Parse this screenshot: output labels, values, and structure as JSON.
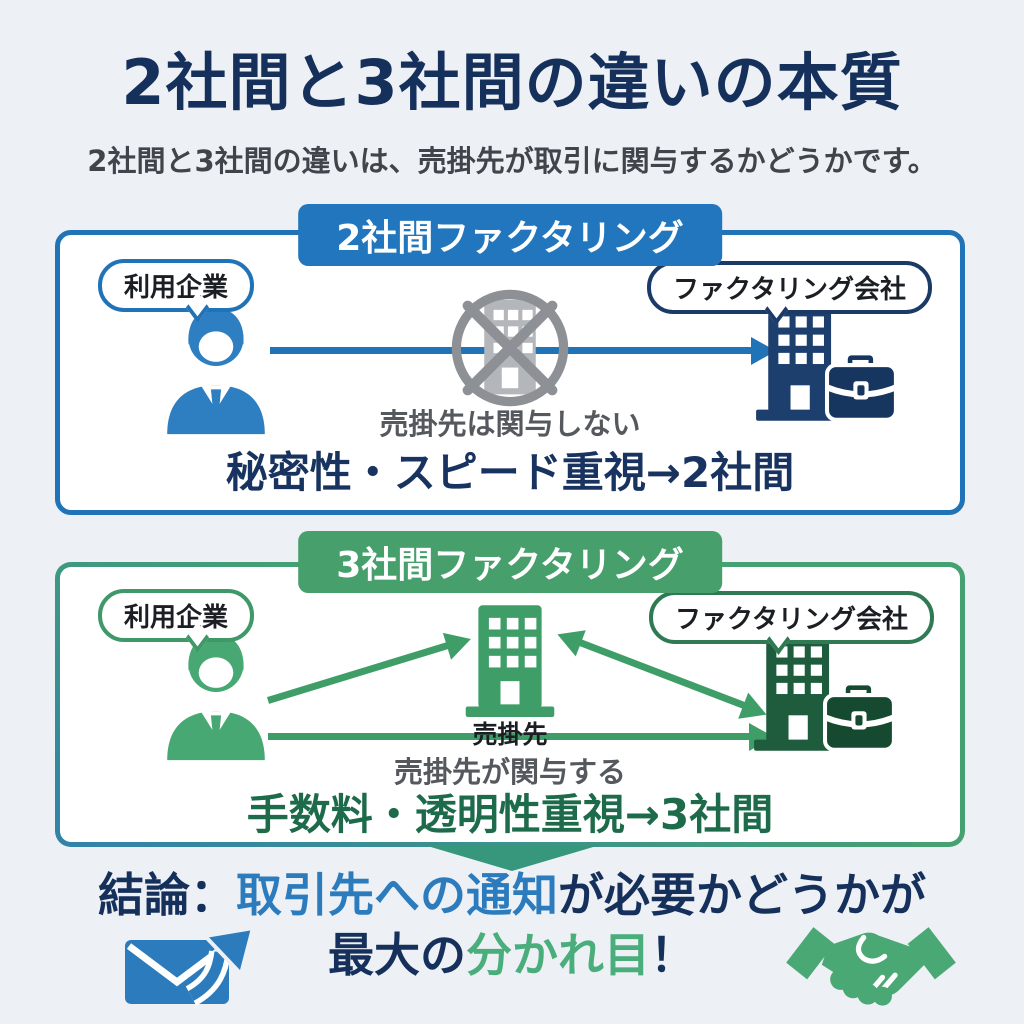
{
  "page": {
    "title": "2社間と3社間の違いの本質",
    "subtitle": "2社間と3社間の違いは、売掛先が取引に関与するかどうかです。"
  },
  "two_party": {
    "badge": "2社間ファクタリング",
    "user_label": "利用企業",
    "factor_label": "ファクタリング会社",
    "middle_note": "売掛先は関与しない",
    "summary": "秘密性・スピード重視→2社間"
  },
  "three_party": {
    "badge": "3社間ファクタリング",
    "user_label": "利用企業",
    "debtor_label": "売掛先",
    "factor_label": "ファクタリング会社",
    "middle_note": "売掛先が関与する",
    "summary": "手数料・透明性重視→3社間"
  },
  "conclusion": {
    "prefix": "結論：",
    "highlight_blue": "取引先への通知",
    "middle": "が必要かどうかが",
    "line2_start": "最大の",
    "highlight_green": "分かれ目",
    "line2_end": "！"
  },
  "icons": {
    "two_party_user": "businessman-icon",
    "two_party_excluded": "crossed-building-icon",
    "two_party_factor": "office-briefcase-icon",
    "three_party_user": "businessman-icon",
    "three_party_debtor": "building-icon",
    "three_party_factor": "office-briefcase-icon",
    "conclusion_left": "send-mail-icon",
    "conclusion_right": "handshake-icon"
  },
  "colors": {
    "background": "#edf0f4",
    "title_navy": "#16305c",
    "box1_border_blue": "#2173b8",
    "badge_blue": "#2176bd",
    "person_blue": "#2e7fc1",
    "company_navy": "#1d3f6e",
    "gray_icon": "#b3b7bb",
    "gray_cross": "#8d9196",
    "gray_text": "#55595e",
    "summary_navy": "#18335f",
    "badge_green": "#47a06b",
    "person_green": "#47a874",
    "building_green": "#3f9e68",
    "company_dark_green": "#1e5c3d",
    "summary_green": "#1d6b4a",
    "conclusion_blue": "#2b7bbd",
    "conclusion_green": "#4aae7c"
  }
}
